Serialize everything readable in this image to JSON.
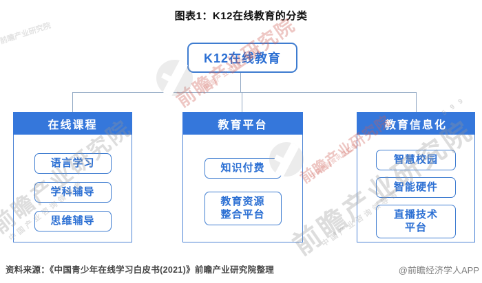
{
  "title": "图表1：K12在线教育的分类",
  "diagram": {
    "root": {
      "label": "K12在线教育"
    },
    "branches": [
      {
        "header": "在线课程",
        "items": [
          "语言学习",
          "学科辅导",
          "思维辅导"
        ]
      },
      {
        "header": "教育平台",
        "items": [
          "知识付费",
          "教育资源\n整合平台"
        ]
      },
      {
        "header": "教育信息化",
        "items": [
          "智慧校园",
          "智能硬件",
          "直播技术\n平台"
        ]
      }
    ]
  },
  "footer": {
    "source": "资料来源：《中国青少年在线学习白皮书(2021)》前瞻产业研究院整理",
    "credit": "@前瞻经济学人APP"
  },
  "watermarks": {
    "brand": "前瞻产业研究院",
    "brand_sub": "中国产业咨询领导者",
    "brand_sub_red": "中国产业资讯早知道",
    "digits": "5 9 9"
  },
  "colors": {
    "accent_fill": "#3577db",
    "accent_border": "#3e7cd0",
    "accent_text": "#2b6fd3",
    "connector": "#8fa6c2",
    "title_text": "#111111",
    "source_text": "#454545",
    "credit_text": "#7f7f7f"
  }
}
